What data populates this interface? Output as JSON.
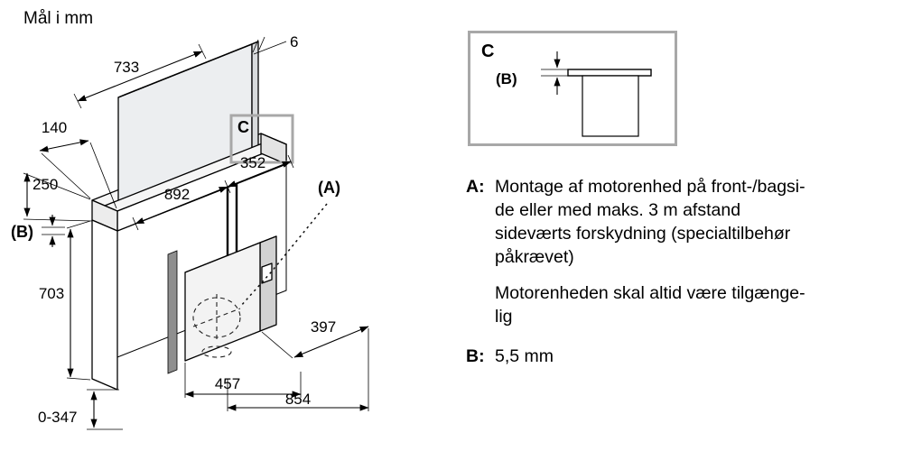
{
  "title": "Mål i mm",
  "colors": {
    "dimension_lines": "#000000",
    "callout_frame": "#a8a8a8"
  },
  "diagram": {
    "callout": "C",
    "dims": {
      "panel_width": "733",
      "panel_thickness": "6",
      "top_depth": "140",
      "riser_height": "250",
      "b_ref": "(B)",
      "housing_width": "892",
      "motor_width": "352",
      "a_ref": "(A)",
      "column_height": "703",
      "depth_397": "397",
      "width_457": "457",
      "width_854": "854",
      "adjust_range": "0-347"
    }
  },
  "detail_c": {
    "label": "C",
    "b_ref": "(B)"
  },
  "legend": {
    "a_key": "A:",
    "a_lines": [
      "Montage af motorenhed på front-/bagsi-",
      "de eller med maks. 3 m afstand",
      "sideværts forskydning (specialtilbehør",
      "påkrævet)"
    ],
    "a_note_lines": [
      "Motorenheden skal altid være tilgænge-",
      "lig"
    ],
    "b_key": "B:",
    "b_value": "5,5 mm"
  }
}
